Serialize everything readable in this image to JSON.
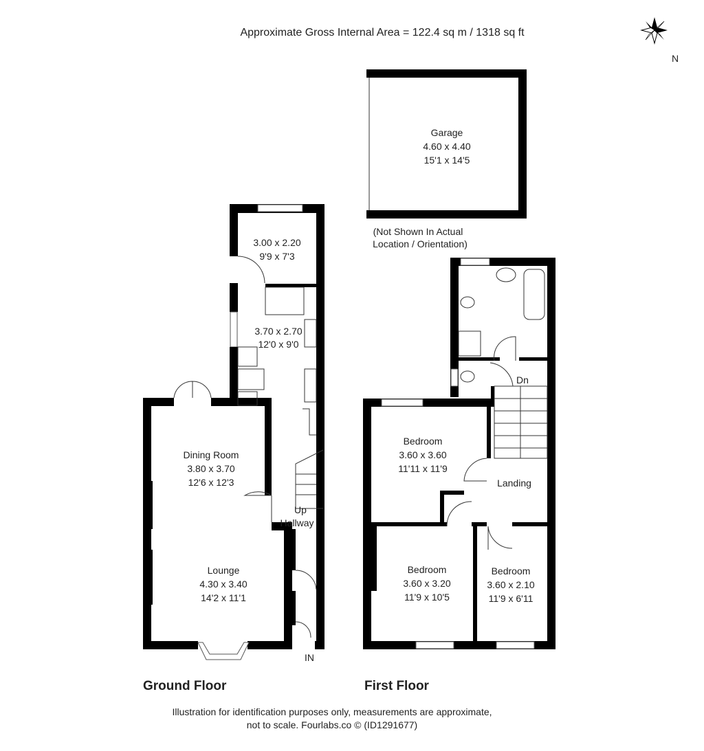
{
  "header": {
    "area_text": "Approximate Gross Internal Area = 122.4 sq m / 1318 sq ft"
  },
  "compass": {
    "label": "N",
    "icon": "compass-rose-icon"
  },
  "garage": {
    "name": "Garage",
    "metric": "4.60 x 4.40",
    "imperial": "15'1 x 14'5",
    "note_line1": "(Not Shown In Actual",
    "note_line2": "Location / Orientation)"
  },
  "ground_floor": {
    "label": "Ground Floor",
    "rooms": [
      {
        "name": "",
        "metric": "3.00 x 2.20",
        "imperial": "9'9 x 7'3"
      },
      {
        "name": "",
        "metric": "3.70 x 2.70",
        "imperial": "12'0 x 9'0"
      },
      {
        "name": "Dining Room",
        "metric": "3.80 x 3.70",
        "imperial": "12'6 x 12'3"
      },
      {
        "name": "Lounge",
        "metric": "4.30 x 3.40",
        "imperial": "14'2 x 11'1"
      }
    ],
    "hallway": "Hallway",
    "stairs": "Up",
    "entrance": "IN"
  },
  "first_floor": {
    "label": "First Floor",
    "rooms": [
      {
        "name": "Bedroom",
        "metric": "3.60 x 3.60",
        "imperial": "11'11 x 11'9"
      },
      {
        "name": "Bedroom",
        "metric": "3.60 x 3.20",
        "imperial": "11'9 x 10'5"
      },
      {
        "name": "Bedroom",
        "metric": "3.60 x 2.10",
        "imperial": "11'9 x 6'11"
      }
    ],
    "landing": "Landing",
    "stairs": "Dn"
  },
  "footer": {
    "line1": "Illustration for identification purposes only, measurements are approximate,",
    "line2": "not to scale. Fourlabs.co © (ID1291677)"
  }
}
